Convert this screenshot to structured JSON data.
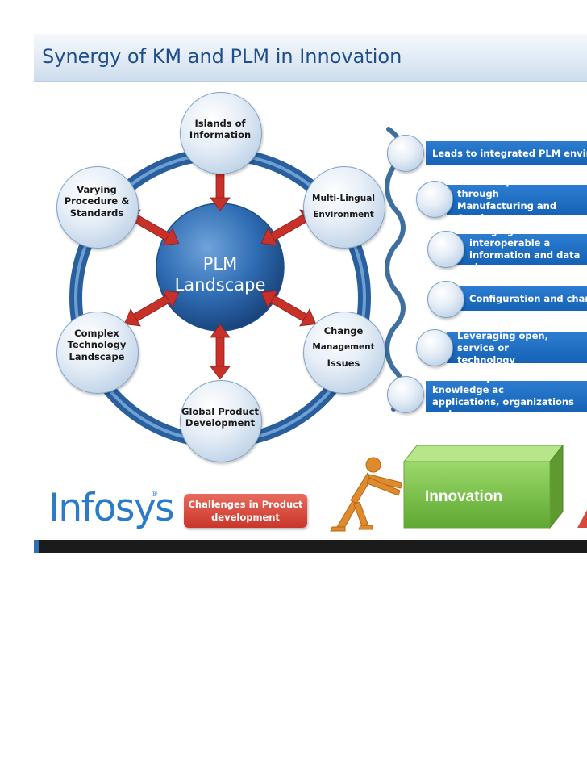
{
  "title": "Synergy of KM and PLM in Innovation",
  "center": {
    "line1": "PLM",
    "line2": "Landscape"
  },
  "nodes": {
    "top": {
      "line1": "Islands of",
      "line2": "Information"
    },
    "upper_right": {
      "line1": "Multi-Lingual",
      "line2": "Environment"
    },
    "lower_right": {
      "line1": "Change",
      "line2": "Management",
      "line3": "Issues"
    },
    "bottom": {
      "line1": "Global Product",
      "line2": "Development"
    },
    "lower_left": {
      "line1": "Complex",
      "line2": "Technology",
      "line3": "Landscape"
    },
    "upper_left": {
      "line1": "Varying",
      "line2": "Procedure &",
      "line3": "Standards"
    }
  },
  "benefits": [
    {
      "line1": "Leads to integrated PLM environ",
      "line2": ""
    },
    {
      "line1": "Common processes through",
      "line2": "Manufacturing and Services"
    },
    {
      "line1": "Bringing interoperable  a",
      "line2": "information and data sha"
    },
    {
      "line1": "Configuration and chang",
      "line2": ""
    },
    {
      "line1": "Leveraging open, service or",
      "line2": "technology"
    },
    {
      "line1": "Share the product knowledge ac",
      "line2": "applications, organizations and s"
    }
  ],
  "logo": {
    "text": "Infosys",
    "mark": "®"
  },
  "challenge": {
    "line1": "Challenges in Product",
    "line2": "development"
  },
  "innovation": "Innovation",
  "colors": {
    "title": "#1f4e8c",
    "band": "#1f6fc4",
    "ring": "#2f6cb3",
    "arrow": "#c8302a",
    "innovation": "#7cc54a",
    "challenge": "#d64a3e"
  }
}
